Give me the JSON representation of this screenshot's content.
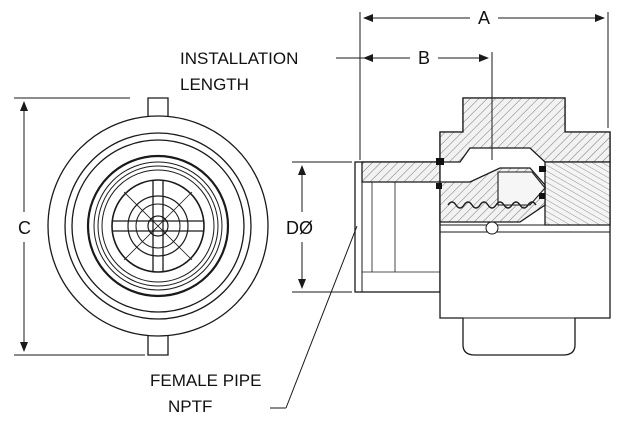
{
  "labels": {
    "dim_a": "A",
    "dim_b": "B",
    "dim_c": "C",
    "dim_d": "DØ",
    "installation_line1": "INSTALLATION",
    "installation_line2": "LENGTH",
    "female_pipe_line1": "FEMALE PIPE",
    "female_pipe_line2": "NPTF"
  },
  "colors": {
    "line": "#1a1a1a",
    "body_fill": "#ffffff",
    "section_fill": "#ececec",
    "seal": "#111111"
  }
}
